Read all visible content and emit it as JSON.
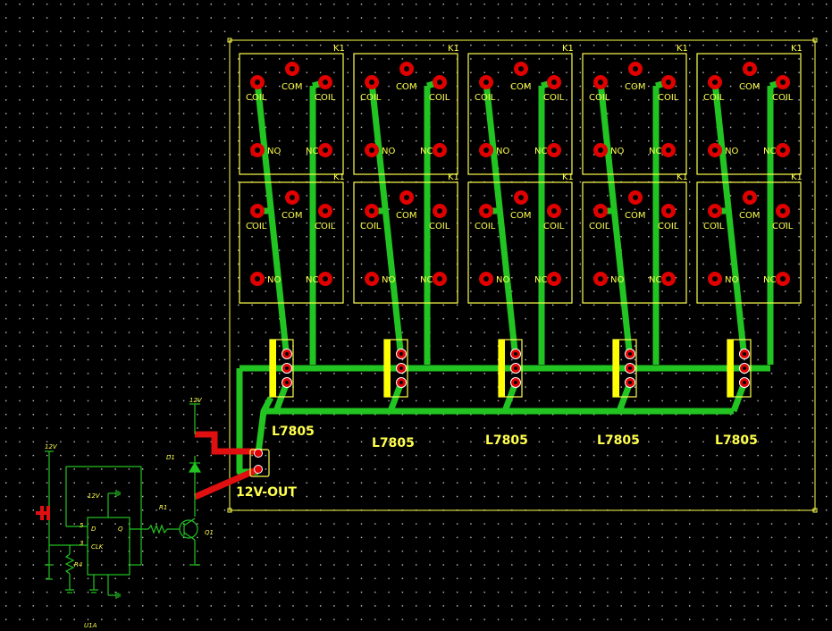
{
  "board": {
    "relay": {
      "refdes": "K1",
      "coil_label": "COIL",
      "com_label": "COM",
      "no_label": "NO",
      "nc_label": "NC",
      "count_rows": 2,
      "count_cols": 5
    },
    "regulators": {
      "label": "L7805",
      "count": 5
    },
    "connector_label": "12V-OUT"
  },
  "schematic": {
    "supply_label": "12V",
    "supply_label_2": "12V",
    "diode_label": "D1",
    "resistor_label": "R1",
    "transistor_label": "Q1",
    "resistor2_label": "R4",
    "ic_label": "U1A",
    "ic_pin_d": "D",
    "ic_pin_clk": "CLK",
    "ic_pin_q": "Q",
    "ic_pin_5": "5",
    "ic_pin_3": "3"
  },
  "colors": {
    "background": "#000000",
    "grid_dot": "#c8c8c8",
    "silkscreen": "#ffff4d",
    "trace_top": "#22c422",
    "trace_bottom": "#e01010",
    "pad": "#e00000",
    "regulator_body": "#ffff00"
  }
}
